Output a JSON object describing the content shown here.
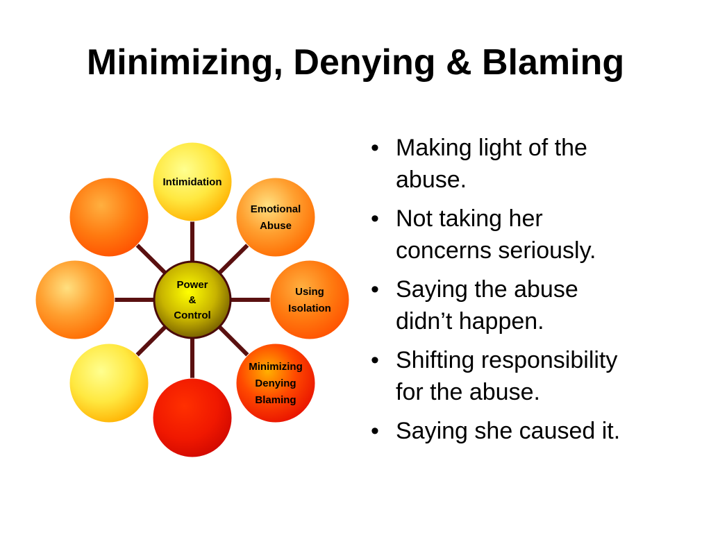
{
  "title": "Minimizing, Denying & Blaming",
  "wheel": {
    "hub": {
      "lines": [
        "Power",
        "&",
        "Control"
      ],
      "color": "#7a6a00"
    },
    "spoke_color": "#5a1010",
    "nodes": [
      {
        "id": "intimidation",
        "lines": [
          "Intimidation"
        ],
        "color": "#ffe030"
      },
      {
        "id": "emotional-abuse",
        "lines": [
          "Emotional",
          "Abuse"
        ],
        "color": "#ff9a1a"
      },
      {
        "id": "using-isolation",
        "lines": [
          "Using",
          "Isolation"
        ],
        "color": "#ff7a10"
      },
      {
        "id": "minimizing-denying-blaming",
        "lines": [
          "Minimizing",
          "Denying",
          "Blaming"
        ],
        "color": "#ff2a00"
      },
      {
        "id": "blank-bottom",
        "lines": [],
        "color": "#e81000"
      },
      {
        "id": "blank-lower-left",
        "lines": [],
        "color": "#ffe030"
      },
      {
        "id": "blank-left",
        "lines": [],
        "color": "#ffa020"
      },
      {
        "id": "blank-upper-left",
        "lines": [],
        "color": "#ff7a10"
      }
    ]
  },
  "bullets": [
    {
      "lines": [
        "Making light of the",
        "abuse."
      ]
    },
    {
      "lines": [
        "Not taking her",
        "concerns seriously."
      ]
    },
    {
      "lines": [
        "Saying the abuse",
        "didn’t happen."
      ]
    },
    {
      "lines": [
        "Shifting responsibility",
        "for the abuse."
      ]
    },
    {
      "lines": [
        "Saying she caused it."
      ]
    }
  ],
  "bullet_symbol": "•"
}
